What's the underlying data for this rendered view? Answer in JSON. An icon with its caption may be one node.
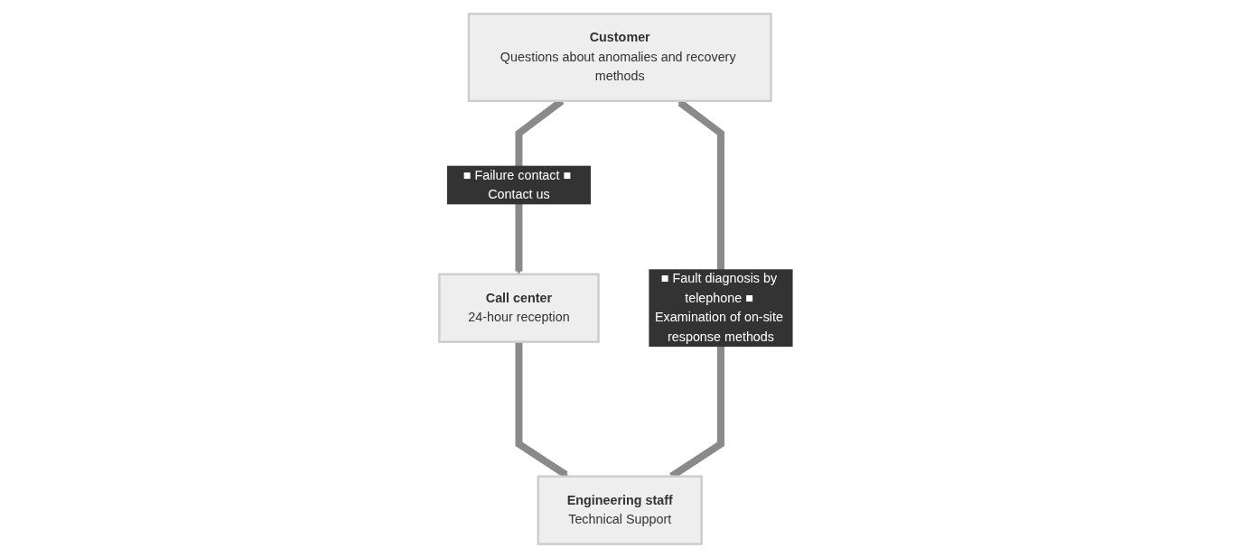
{
  "diagram": {
    "nodes": [
      {
        "text": [
          "Customer",
          "Questions about anomalies and recovery methods"
        ]
      },
      {
        "text": [
          "Call center",
          "24-hour reception"
        ]
      },
      {
        "text": [
          "Engineering staff",
          "Technical Support"
        ]
      }
    ],
    "edges": [
      {
        "from": 0,
        "to": 1,
        "arrow": "to",
        "label": "■ Failure contact ■ Contact us"
      },
      {
        "from": 1,
        "to": 2,
        "arrow": "to"
      },
      {
        "from": 2,
        "to": 0,
        "arrow": "to",
        "label": "■ Fault diagnosis by telephone ■ Examination of on-site response methods"
      }
    ]
  }
}
